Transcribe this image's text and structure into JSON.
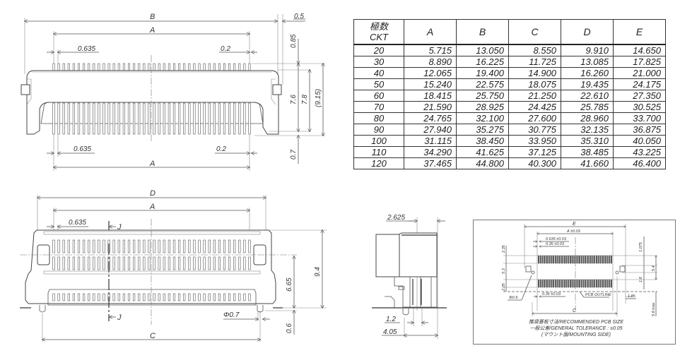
{
  "front_view": {
    "dim_B": "B",
    "dim_A_top": "A",
    "dim_A_bottom": "A",
    "pitch_top": "0.635",
    "pitch_bottom": "0.635",
    "offset_top": "0.2",
    "offset_bottom": "0.2",
    "dim_0_5": "0.5",
    "dim_0_85": "0.85",
    "dim_7_6": "7.6",
    "dim_7_8": "7.8",
    "dim_9_15": "(9.15)",
    "dim_0_7": "0.7"
  },
  "top_view": {
    "dim_D": "D",
    "dim_A": "A",
    "pitch": "0.635",
    "section_mark_top": "J",
    "section_mark_bottom": "J",
    "dim_C": "C",
    "dim_phi_0_7": "Φ0.7",
    "dim_6_65": "6.65",
    "dim_9_4": "9.4",
    "dim_0_6": "0.6"
  },
  "side_view": {
    "dim_2_625": "2.625",
    "dim_1_2": "1.2",
    "dim_4_05": "4.05"
  },
  "pcb_layout": {
    "dim_E": "E",
    "dim_A_tol": "A ±0.03",
    "dim_pitch_tol": "0.635 ±0.03",
    "dim_0_35_tol": "0.35 ±0.03",
    "dim_0_35_bottom": "0.35 ±0.03",
    "dim_2_35": "2.35",
    "dim_5_3": "5.3",
    "dim_2_05": "2.05",
    "dim_phi_0_9": "Φ0.9",
    "dim_1_075": "1.075",
    "dim_5_4": "5.4",
    "dim_1_8": "1.8",
    "dim_1_85": "1.85",
    "dim_5_8_max": "5.8 max",
    "dim_C": "C",
    "pcb_outline_label": "PCB OUTLINE",
    "notes": [
      "推奨基板寸法/RECOMMENDED PCB SIZE",
      "一般公差/GENERAL TOLERANCE : ±0.05",
      "(マウント面/MOUNTING SIDE)"
    ]
  },
  "table": {
    "header_ckt_jp": "極数",
    "header_ckt": "CKT",
    "columns": [
      "A",
      "B",
      "C",
      "D",
      "E"
    ],
    "rows": [
      {
        "ckt": "20",
        "values": [
          "5.715",
          "13.050",
          "8.550",
          "9.910",
          "14.650"
        ]
      },
      {
        "ckt": "30",
        "values": [
          "8.890",
          "16.225",
          "11.725",
          "13.085",
          "17.825"
        ]
      },
      {
        "ckt": "40",
        "values": [
          "12.065",
          "19.400",
          "14.900",
          "16.260",
          "21.000"
        ]
      },
      {
        "ckt": "50",
        "values": [
          "15.240",
          "22.575",
          "18.075",
          "19.435",
          "24.175"
        ]
      },
      {
        "ckt": "60",
        "values": [
          "18.415",
          "25.750",
          "21.250",
          "22.610",
          "27.350"
        ]
      },
      {
        "ckt": "70",
        "values": [
          "21.590",
          "28.925",
          "24.425",
          "25.785",
          "30.525"
        ]
      },
      {
        "ckt": "80",
        "values": [
          "24.765",
          "32.100",
          "27.600",
          "28.960",
          "33.700"
        ]
      },
      {
        "ckt": "90",
        "values": [
          "27.940",
          "35.275",
          "30.775",
          "32.135",
          "36.875"
        ]
      },
      {
        "ckt": "100",
        "values": [
          "31.115",
          "38.450",
          "33.950",
          "35.310",
          "40.050"
        ]
      },
      {
        "ckt": "110",
        "values": [
          "34.290",
          "41.625",
          "37.125",
          "38.485",
          "43.225"
        ]
      },
      {
        "ckt": "120",
        "values": [
          "37.465",
          "44.800",
          "40.300",
          "41.660",
          "46.400"
        ]
      }
    ]
  }
}
